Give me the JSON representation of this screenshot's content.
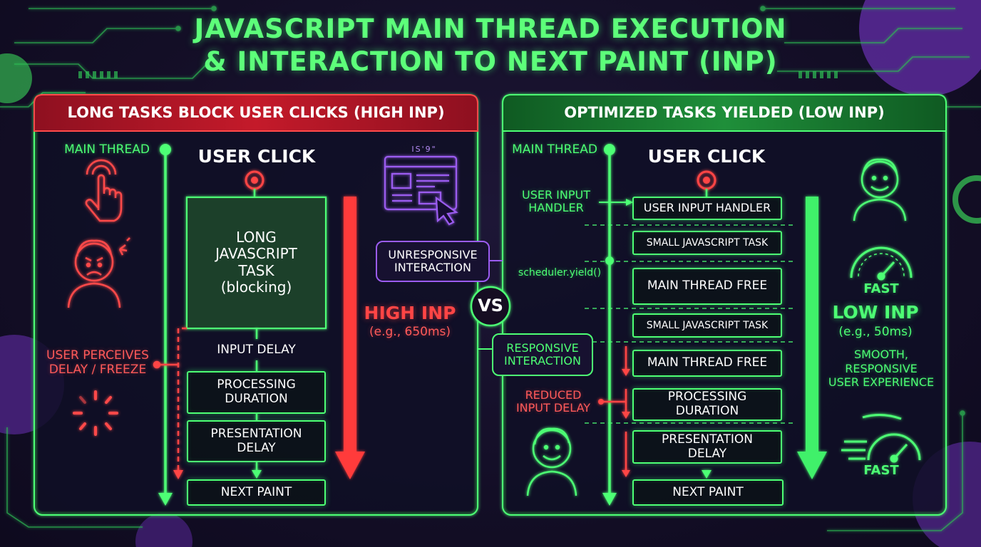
{
  "title": {
    "line1": "JAVASCRIPT MAIN THREAD EXECUTION",
    "line2": "& INTERACTION TO NEXT PAINT (INP)"
  },
  "vs": "VS",
  "left": {
    "header": "LONG TASKS BLOCK USER CLICKS (HIGH INP)",
    "main_thread": "MAIN THREAD",
    "user_click": "USER CLICK",
    "long_task": [
      "LONG",
      "JAVASCRIPT",
      "TASK",
      "(blocking)"
    ],
    "input_delay": "INPUT DELAY",
    "processing": [
      "PROCESSING",
      "DURATION"
    ],
    "presentation": [
      "PRESENTATION",
      "DELAY"
    ],
    "next_paint": "NEXT PAINT",
    "perceives": [
      "USER PERCEIVES",
      "DELAY / FREEZE"
    ],
    "unresponsive": [
      "UNRESPONSIVE",
      "INTERACTION"
    ],
    "inp_label": "HIGH INP",
    "inp_value": "(e.g., 650ms)",
    "icon_caption": "IS'9\""
  },
  "right": {
    "header": "OPTIMIZED TASKS YIELDED (LOW INP)",
    "main_thread": "MAIN THREAD",
    "user_click": "USER CLICK",
    "handler_label": [
      "USER INPUT",
      "HANDLER"
    ],
    "yield_label": "scheduler.yield()",
    "responsive": [
      "RESPONSIVE",
      "INTERACTION"
    ],
    "reduced": [
      "REDUCED",
      "INPUT DELAY"
    ],
    "boxes": {
      "handler": "USER INPUT HANDLER",
      "small1": "SMALL JAVASCRIPT TASK",
      "free1": "MAIN THREAD FREE",
      "small2": "SMALL JAVASCRIPT TASK",
      "free2": "MAIN THREAD FREE",
      "processing": [
        "PROCESSING",
        "DURATION"
      ],
      "presentation": [
        "PRESENTATION",
        "DELAY"
      ],
      "next_paint": "NEXT PAINT"
    },
    "fast1": "FAST",
    "inp_label": "LOW INP",
    "inp_value": "(e.g., 50ms)",
    "smooth": [
      "SMOOTH,",
      "RESPONSIVE",
      "USER EXPERIENCE"
    ],
    "fast2": "FAST"
  },
  "colors": {
    "green": "#4dff74",
    "red": "#ff4040",
    "purple": "#9b5cf0",
    "red_panel": "#c41a2a",
    "green_panel": "#1f8f3a"
  },
  "icons": {
    "left": [
      "tap-hand-icon",
      "frustrated-face-icon",
      "loading-spinner-icon",
      "browser-click-icon"
    ],
    "right": [
      "happy-face-icon",
      "speed-gauge-icon",
      "happy-face-icon",
      "fast-gauge-icon"
    ]
  }
}
